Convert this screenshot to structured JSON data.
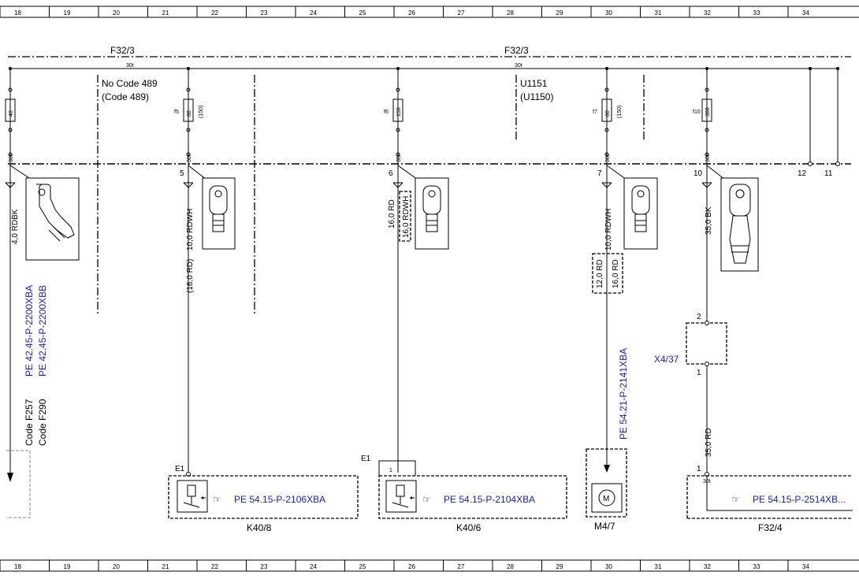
{
  "ruler": {
    "columns": [
      "18",
      "19",
      "20",
      "21",
      "22",
      "23",
      "24",
      "25",
      "26",
      "27",
      "28",
      "29",
      "30",
      "31",
      "32",
      "33",
      "34"
    ]
  },
  "labels": {
    "f32_3_left": "F32/3",
    "f32_3_right": "F32/3",
    "bus_30t": "30t",
    "cond_no_489": "No  Code 489",
    "cond_489": "(Code 489)",
    "cond_u1151": "U1151",
    "cond_u1150": "(U1150)",
    "code_f257": "Code F257",
    "code_f290": "Code F290",
    "x4_37": "X4/37",
    "e1_a": "E1",
    "e1_b": "E1",
    "k40_8": "K40/8",
    "k40_6": "K40/6",
    "m4_7": "M4/7",
    "f32_4": "F32/4"
  },
  "fuses": [
    {
      "name": "",
      "rating": "40",
      "alt": ""
    },
    {
      "name": "f5",
      "rating": "80",
      "alt": "(150)"
    },
    {
      "name": "f6",
      "rating": "150",
      "alt": ""
    },
    {
      "name": "f7",
      "rating": "80",
      "alt": "(150)"
    },
    {
      "name": "f10",
      "rating": "300",
      "alt": ""
    }
  ],
  "pins": {
    "p5": "5",
    "p6": "6",
    "p7": "7",
    "p10": "10",
    "p12": "12",
    "p11": "11",
    "x4_2": "2",
    "x4_1": "1",
    "f32_4_1": "1",
    "e1_1": "1"
  },
  "wires": {
    "w1": "4,0 RDBK",
    "w2": "10,0 RDWH",
    "w2_alt": "(16,0 RD)",
    "w3a": "16,0 RD",
    "w3b": "16,0 RDWH",
    "w4": "10,0 RDWH",
    "w4_a": "12,0 RD",
    "w4_b": "16,0 RD",
    "w5": "35,0 BK",
    "w6": "35,0 RD"
  },
  "refs": {
    "pe_2200xba": "PE 42.45-P-2200XBA",
    "pe_2200xbb": "PE 42.45-P-2200XBB",
    "pe_2141xba": "PE 54.21-P-2141XBA",
    "pe_2106xba": "PE 54.15-P-2106XBA",
    "pe_2104xba": "PE 54.15-P-2104XBA",
    "pe_2514xb": "PE 54.15-P-2514XB..."
  },
  "icons": {
    "hand_pointer": "☞",
    "motor": "M"
  },
  "colors": {
    "line": "#000000",
    "link": "#1a1adc",
    "background": "#ffffff"
  }
}
